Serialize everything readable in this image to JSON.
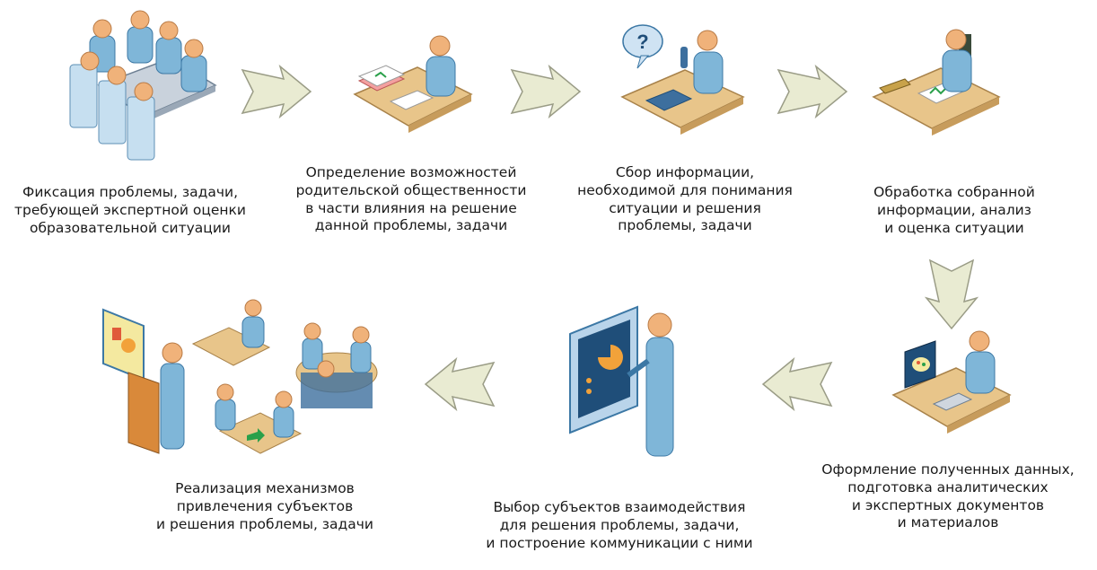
{
  "steps": [
    {
      "caption": "Фиксация проблемы, задачи,\nтребующей экспертной оценки\nобразовательной ситуации"
    },
    {
      "caption": "Определение возможностей\nродительской общественности\nв части влияния на решение\nданной проблемы, задачи"
    },
    {
      "caption": "Сбор информации,\nнеобходимой для понимания\nситуации и решения\nпроблемы, задачи"
    },
    {
      "caption": "Обработка собранной\nинформации, анализ\nи оценка ситуации"
    },
    {
      "caption": "Оформление полученных данных,\nподготовка аналитических\nи экспертных документов\nи материалов"
    },
    {
      "caption": "Выбор субъектов взаимодействия\nдля решения проблемы, задачи,\nи построение коммуникации с ними"
    },
    {
      "caption": "Реализация механизмов\nпривлечения субъектов\nи решения проблемы, задачи"
    }
  ],
  "icons": {
    "question_mark": "?"
  },
  "colors": {
    "person_fill": "#7fb6d8",
    "person_stroke": "#3c78a5",
    "head_fill": "#f0b27a",
    "desk_fill": "#e8c58a",
    "arrow_fill": "#e9ebd2",
    "arrow_stroke": "#9a9c86"
  }
}
